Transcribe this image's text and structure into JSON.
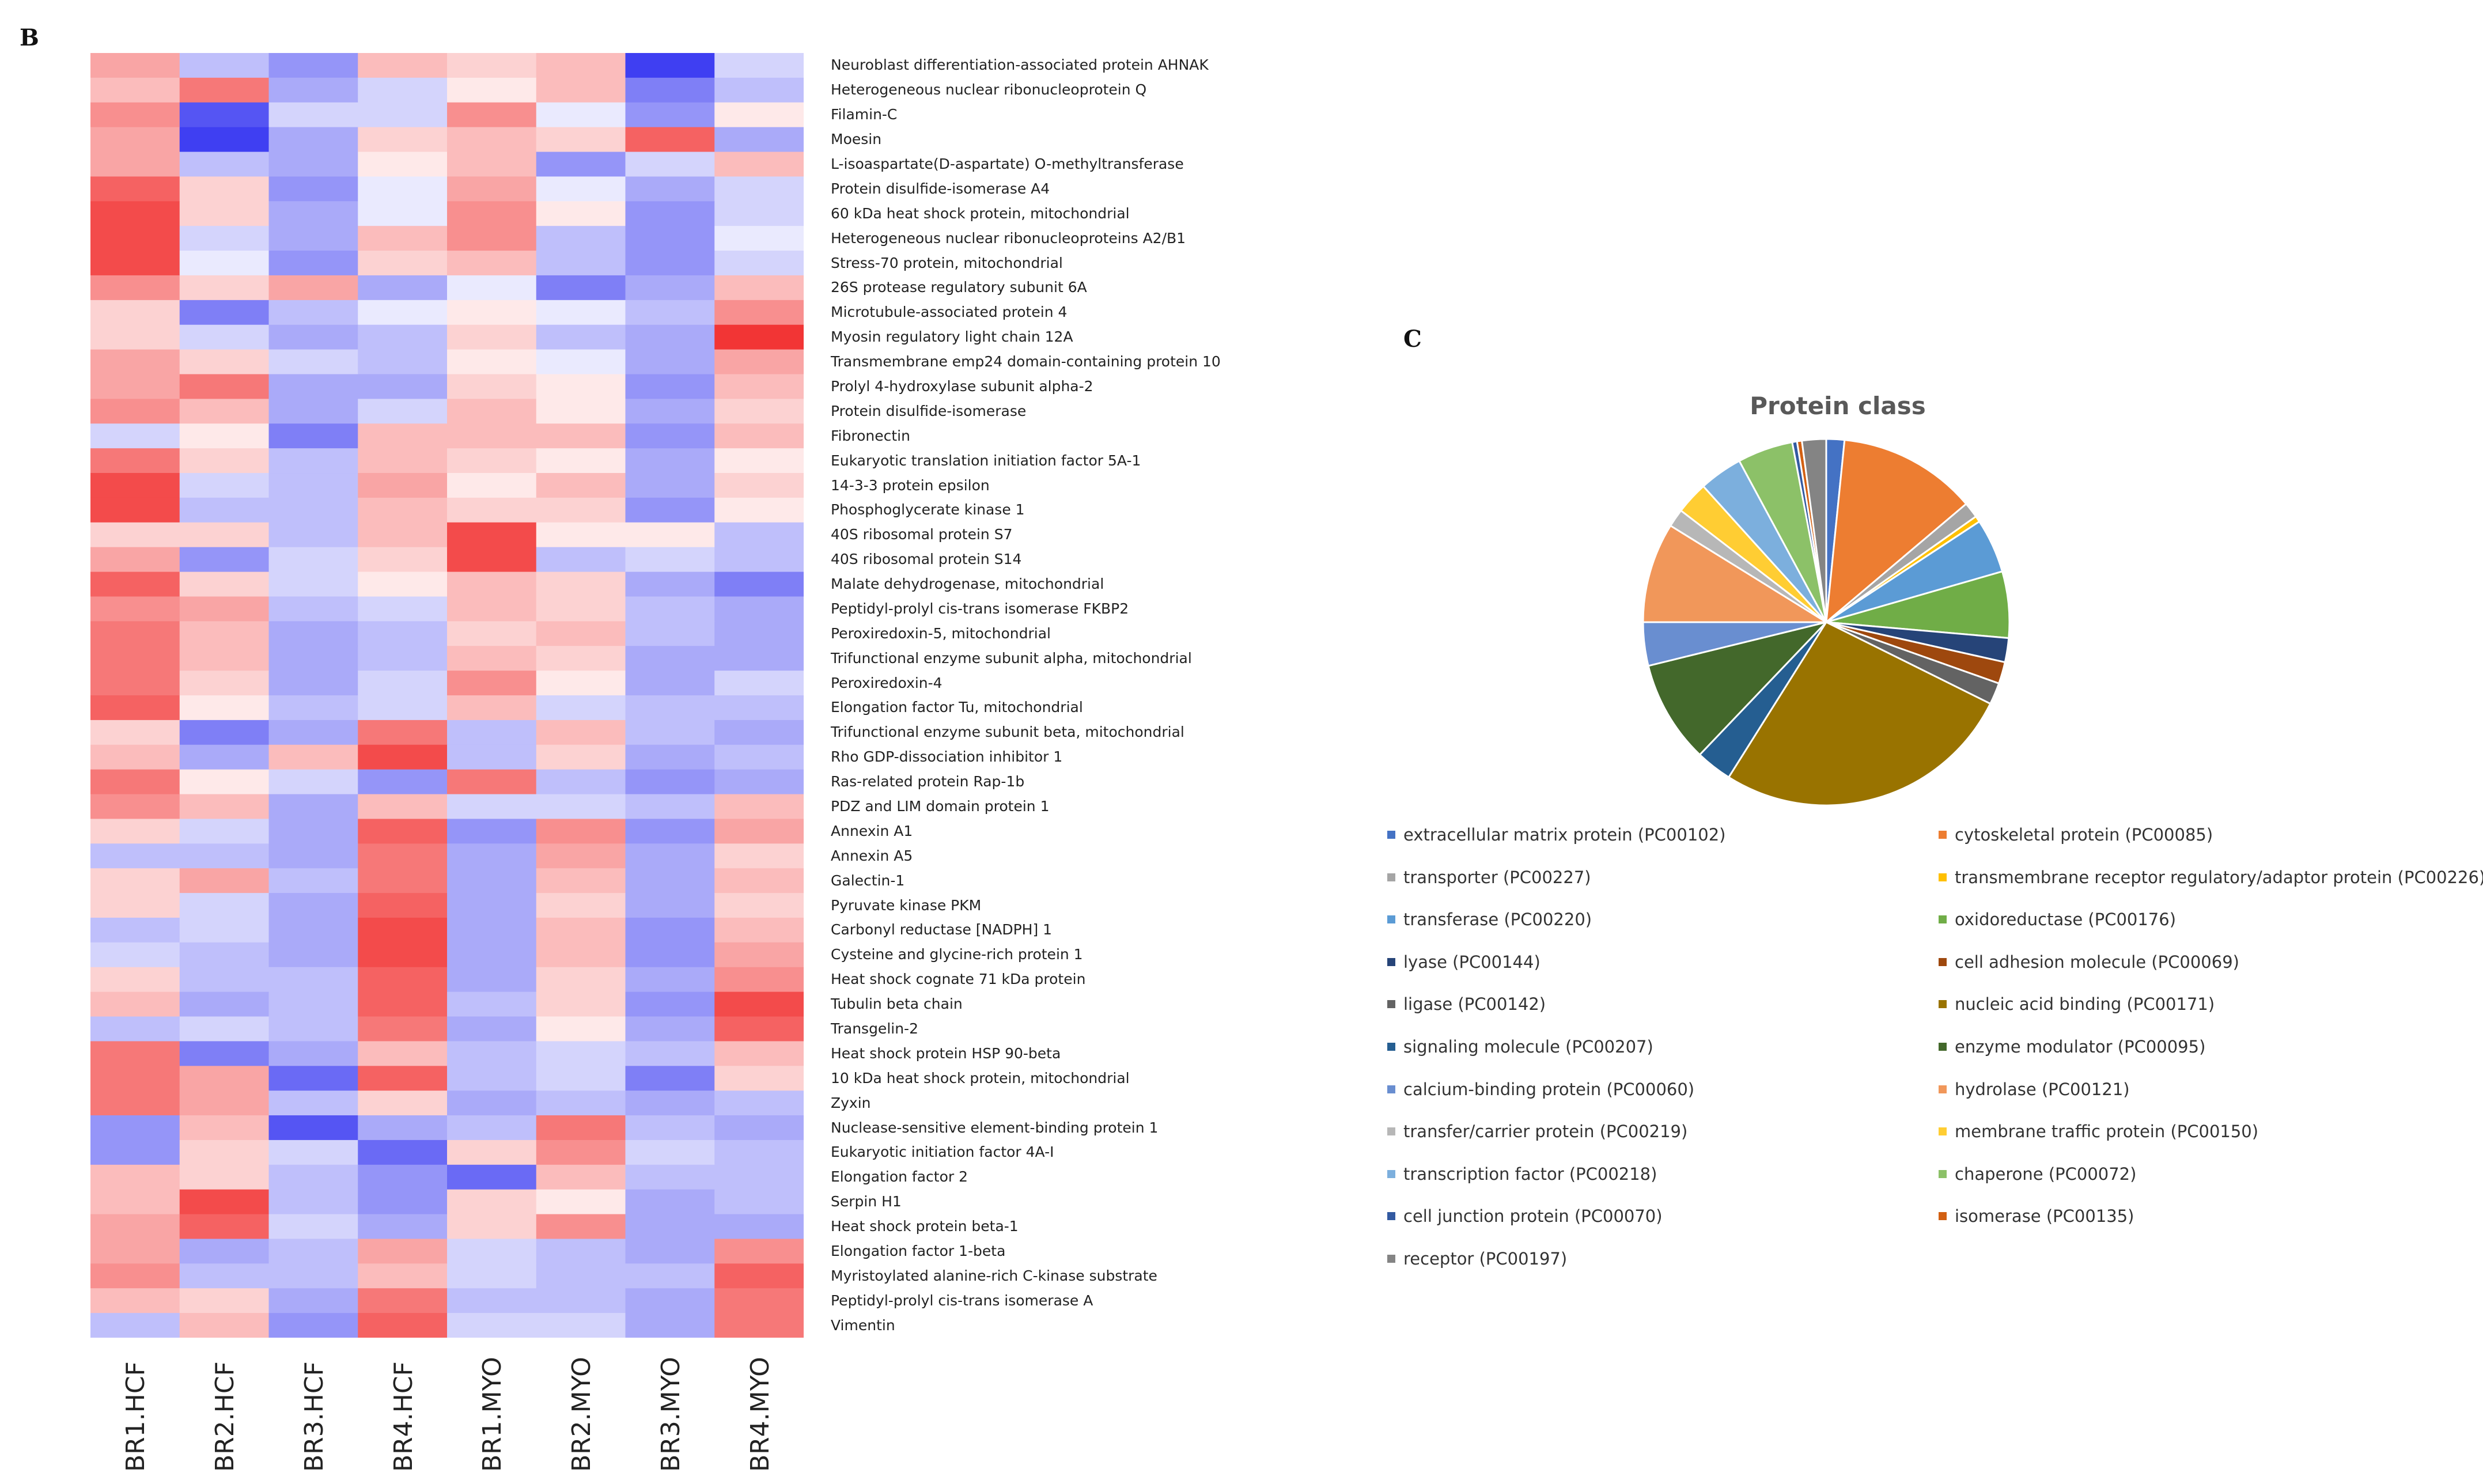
{
  "labels": {
    "heatmap_panel": "B",
    "pie_panel": "C"
  },
  "chart_data": [
    {
      "type": "heatmap",
      "columns": [
        "BR1.HCF",
        "BR2.HCF",
        "BR3.HCF",
        "BR4.HCF",
        "BR1.MYO",
        "BR2.MYO",
        "BR3.MYO",
        "BR4.MYO"
      ],
      "rows": [
        "Neuroblast differentiation-associated protein AHNAK",
        "Heterogeneous nuclear ribonucleoprotein Q",
        "Filamin-C",
        "Moesin",
        "L-isoaspartate(D-aspartate) O-methyltransferase",
        "Protein disulfide-isomerase A4",
        "60 kDa heat shock protein, mitochondrial",
        "Heterogeneous nuclear ribonucleoproteins A2/B1",
        "Stress-70 protein, mitochondrial",
        "26S protease regulatory subunit 6A",
        "Microtubule-associated protein 4",
        "Myosin regulatory light chain 12A",
        "Transmembrane emp24 domain-containing protein 10",
        "Prolyl 4-hydroxylase subunit alpha-2",
        "Protein disulfide-isomerase",
        "Fibronectin",
        "Eukaryotic translation initiation factor 5A-1",
        "14-3-3 protein epsilon",
        "Phosphoglycerate kinase 1",
        "40S ribosomal protein S7",
        "40S ribosomal protein S14",
        "Malate dehydrogenase, mitochondrial",
        "Peptidyl-prolyl cis-trans isomerase FKBP2",
        "Peroxiredoxin-5, mitochondrial",
        "Trifunctional enzyme subunit alpha, mitochondrial",
        "Peroxiredoxin-4",
        "Elongation factor Tu, mitochondrial",
        "Trifunctional enzyme subunit beta, mitochondrial",
        "Rho GDP-dissociation inhibitor 1",
        "Ras-related protein Rap-1b",
        "PDZ and LIM domain protein 1",
        "Annexin A1",
        "Annexin A5",
        "Galectin-1",
        "Pyruvate kinase PKM",
        "Carbonyl reductase [NADPH] 1",
        "Cysteine and glycine-rich protein 1",
        "Heat shock cognate 71 kDa protein",
        "Tubulin beta chain",
        "Transgelin-2",
        "Heat shock protein HSP 90-beta",
        "10 kDa heat shock protein, mitochondrial",
        "Zyxin",
        "Nuclease-sensitive element-binding protein 1",
        "Eukaryotic initiation factor 4A-I",
        "Elongation factor 2",
        "Serpin H1",
        "Heat shock protein beta-1",
        "Elongation factor 1-beta",
        "Myristoylated alanine-rich C-kinase substrate",
        "Peptidyl-prolyl cis-trans isomerase A",
        "Vimentin"
      ],
      "color_low": "#2a2af0",
      "color_mid": "#ffffff",
      "color_high": "#f01e1e",
      "values": [
        [
          0.4,
          -0.3,
          -0.5,
          0.3,
          0.2,
          0.3,
          -0.9,
          -0.2
        ],
        [
          0.3,
          0.6,
          -0.4,
          -0.2,
          0.1,
          0.3,
          -0.6,
          -0.3
        ],
        [
          0.5,
          -0.8,
          -0.2,
          -0.2,
          0.5,
          -0.1,
          -0.5,
          0.1
        ],
        [
          0.4,
          -0.9,
          -0.4,
          0.2,
          0.3,
          0.2,
          0.7,
          -0.4
        ],
        [
          0.4,
          -0.3,
          -0.4,
          0.1,
          0.3,
          -0.5,
          -0.2,
          0.3
        ],
        [
          0.7,
          0.2,
          -0.5,
          -0.1,
          0.4,
          -0.1,
          -0.4,
          -0.2
        ],
        [
          0.8,
          0.2,
          -0.4,
          -0.1,
          0.5,
          0.1,
          -0.5,
          -0.2
        ],
        [
          0.8,
          -0.2,
          -0.4,
          0.3,
          0.5,
          -0.3,
          -0.5,
          -0.1
        ],
        [
          0.8,
          -0.1,
          -0.5,
          0.2,
          0.3,
          -0.3,
          -0.5,
          -0.2
        ],
        [
          0.5,
          0.2,
          0.4,
          -0.4,
          -0.1,
          -0.6,
          -0.4,
          0.3
        ],
        [
          0.2,
          -0.6,
          -0.3,
          -0.1,
          0.1,
          -0.1,
          -0.3,
          0.5
        ],
        [
          0.2,
          -0.2,
          -0.4,
          -0.3,
          0.2,
          -0.3,
          -0.4,
          0.9
        ],
        [
          0.4,
          0.2,
          -0.2,
          -0.3,
          0.1,
          -0.1,
          -0.4,
          0.4
        ],
        [
          0.4,
          0.6,
          -0.4,
          -0.4,
          0.2,
          0.1,
          -0.5,
          0.3
        ],
        [
          0.5,
          0.3,
          -0.4,
          -0.2,
          0.3,
          0.1,
          -0.4,
          0.2
        ],
        [
          -0.2,
          0.1,
          -0.6,
          0.3,
          0.3,
          0.3,
          -0.5,
          0.3
        ],
        [
          0.6,
          0.2,
          -0.3,
          0.3,
          0.2,
          0.1,
          -0.4,
          0.1
        ],
        [
          0.8,
          -0.2,
          -0.3,
          0.4,
          0.1,
          0.3,
          -0.4,
          0.2
        ],
        [
          0.8,
          -0.3,
          -0.3,
          0.3,
          0.2,
          0.2,
          -0.5,
          0.1
        ],
        [
          0.2,
          0.2,
          -0.3,
          0.3,
          0.8,
          0.1,
          0.1,
          -0.3
        ],
        [
          0.4,
          -0.5,
          -0.2,
          0.2,
          0.8,
          -0.3,
          -0.2,
          -0.3
        ],
        [
          0.7,
          0.2,
          -0.2,
          0.1,
          0.3,
          0.2,
          -0.4,
          -0.6
        ],
        [
          0.5,
          0.4,
          -0.3,
          -0.2,
          0.3,
          0.2,
          -0.3,
          -0.4
        ],
        [
          0.6,
          0.3,
          -0.4,
          -0.3,
          0.2,
          0.3,
          -0.3,
          -0.4
        ],
        [
          0.6,
          0.3,
          -0.4,
          -0.3,
          0.3,
          0.2,
          -0.4,
          -0.4
        ],
        [
          0.6,
          0.2,
          -0.4,
          -0.2,
          0.5,
          0.1,
          -0.4,
          -0.2
        ],
        [
          0.7,
          0.1,
          -0.3,
          -0.2,
          0.3,
          -0.2,
          -0.3,
          -0.3
        ],
        [
          0.2,
          -0.6,
          -0.4,
          0.6,
          -0.3,
          0.3,
          -0.3,
          -0.4
        ],
        [
          0.3,
          -0.4,
          0.3,
          0.8,
          -0.3,
          0.2,
          -0.4,
          -0.3
        ],
        [
          0.6,
          0.1,
          -0.2,
          -0.5,
          0.6,
          -0.3,
          -0.5,
          -0.4
        ],
        [
          0.5,
          0.3,
          -0.4,
          0.3,
          -0.2,
          -0.2,
          -0.3,
          0.3
        ],
        [
          0.2,
          -0.2,
          -0.4,
          0.7,
          -0.5,
          0.5,
          -0.5,
          0.4
        ],
        [
          -0.3,
          -0.3,
          -0.4,
          0.6,
          -0.4,
          0.4,
          -0.4,
          0.2
        ],
        [
          0.2,
          0.4,
          -0.3,
          0.6,
          -0.4,
          0.3,
          -0.4,
          0.3
        ],
        [
          0.2,
          -0.2,
          -0.4,
          0.7,
          -0.4,
          0.2,
          -0.4,
          0.2
        ],
        [
          -0.3,
          -0.2,
          -0.4,
          0.8,
          -0.4,
          0.3,
          -0.5,
          0.3
        ],
        [
          -0.2,
          -0.3,
          -0.4,
          0.8,
          -0.4,
          0.3,
          -0.5,
          0.4
        ],
        [
          0.2,
          -0.3,
          -0.3,
          0.7,
          -0.4,
          0.2,
          -0.4,
          0.5
        ],
        [
          0.3,
          -0.4,
          -0.3,
          0.7,
          -0.3,
          0.2,
          -0.5,
          0.8
        ],
        [
          -0.3,
          -0.2,
          -0.3,
          0.6,
          -0.4,
          0.1,
          -0.4,
          0.7
        ],
        [
          0.6,
          -0.6,
          -0.4,
          0.3,
          -0.3,
          -0.2,
          -0.3,
          0.3
        ],
        [
          0.6,
          0.4,
          -0.7,
          0.7,
          -0.3,
          -0.2,
          -0.6,
          0.2
        ],
        [
          0.6,
          0.4,
          -0.3,
          0.2,
          -0.4,
          -0.3,
          -0.4,
          -0.3
        ],
        [
          -0.5,
          0.3,
          -0.8,
          -0.4,
          -0.3,
          0.6,
          -0.3,
          -0.4
        ],
        [
          -0.5,
          0.2,
          -0.2,
          -0.7,
          0.2,
          0.5,
          -0.2,
          -0.3
        ],
        [
          0.3,
          0.2,
          -0.3,
          -0.5,
          -0.7,
          0.3,
          -0.3,
          -0.3
        ],
        [
          0.3,
          0.8,
          -0.3,
          -0.5,
          0.2,
          0.1,
          -0.4,
          -0.3
        ],
        [
          0.4,
          0.7,
          -0.2,
          -0.4,
          0.2,
          0.5,
          -0.4,
          -0.4
        ],
        [
          0.4,
          -0.4,
          -0.3,
          0.4,
          -0.2,
          -0.3,
          -0.4,
          0.5
        ],
        [
          0.5,
          -0.3,
          -0.3,
          0.3,
          -0.2,
          -0.3,
          -0.3,
          0.7
        ],
        [
          0.3,
          0.2,
          -0.4,
          0.6,
          -0.3,
          -0.3,
          -0.4,
          0.6
        ],
        [
          -0.3,
          0.3,
          -0.5,
          0.7,
          -0.2,
          -0.2,
          -0.4,
          0.6
        ]
      ]
    },
    {
      "type": "pie",
      "title": "Protein class",
      "slices": [
        {
          "name": "extracellular matrix protein (PC00102)",
          "value": 1.5,
          "color": "#4472C4"
        },
        {
          "name": "cytoskeletal protein (PC00085)",
          "value": 11.5,
          "color": "#ED7D31"
        },
        {
          "name": "transporter (PC00227)",
          "value": 1.3,
          "color": "#A5A5A5"
        },
        {
          "name": "transmembrane receptor regulatory/adaptor protein (PC00226)",
          "value": 0.5,
          "color": "#FFC000"
        },
        {
          "name": "transferase (PC00220)",
          "value": 4.5,
          "color": "#5B9BD5"
        },
        {
          "name": "oxidoreductase (PC00176)",
          "value": 5.5,
          "color": "#70AD47"
        },
        {
          "name": "lyase (PC00144)",
          "value": 2.0,
          "color": "#264478"
        },
        {
          "name": "cell adhesion molecule (PC00069)",
          "value": 1.8,
          "color": "#9E480E"
        },
        {
          "name": "ligase (PC00142)",
          "value": 1.8,
          "color": "#636363"
        },
        {
          "name": "nucleic acid binding (PC00171)",
          "value": 25.0,
          "color": "#997300"
        },
        {
          "name": "signaling molecule (PC00207)",
          "value": 3.0,
          "color": "#255E91"
        },
        {
          "name": "enzyme modulator (PC00095)",
          "value": 8.5,
          "color": "#43682B"
        },
        {
          "name": "calcium-binding protein (PC00060)",
          "value": 3.6,
          "color": "#698ED0"
        },
        {
          "name": "hydrolase (PC00121)",
          "value": 8.3,
          "color": "#F1975A"
        },
        {
          "name": "transfer/carrier protein (PC00219)",
          "value": 1.5,
          "color": "#B7B7B7"
        },
        {
          "name": "membrane traffic protein (PC00150)",
          "value": 2.7,
          "color": "#FFCD33"
        },
        {
          "name": "transcription factor (PC00218)",
          "value": 3.6,
          "color": "#7CAFDD"
        },
        {
          "name": "chaperone (PC00072)",
          "value": 4.6,
          "color": "#8CC168"
        },
        {
          "name": "cell junction protein (PC00070)",
          "value": 0.4,
          "color": "#335AA1"
        },
        {
          "name": "isomerase (PC00135)",
          "value": 0.4,
          "color": "#D26012"
        },
        {
          "name": "receptor (PC00197)",
          "value": 2.0,
          "color": "#848484"
        }
      ]
    }
  ]
}
